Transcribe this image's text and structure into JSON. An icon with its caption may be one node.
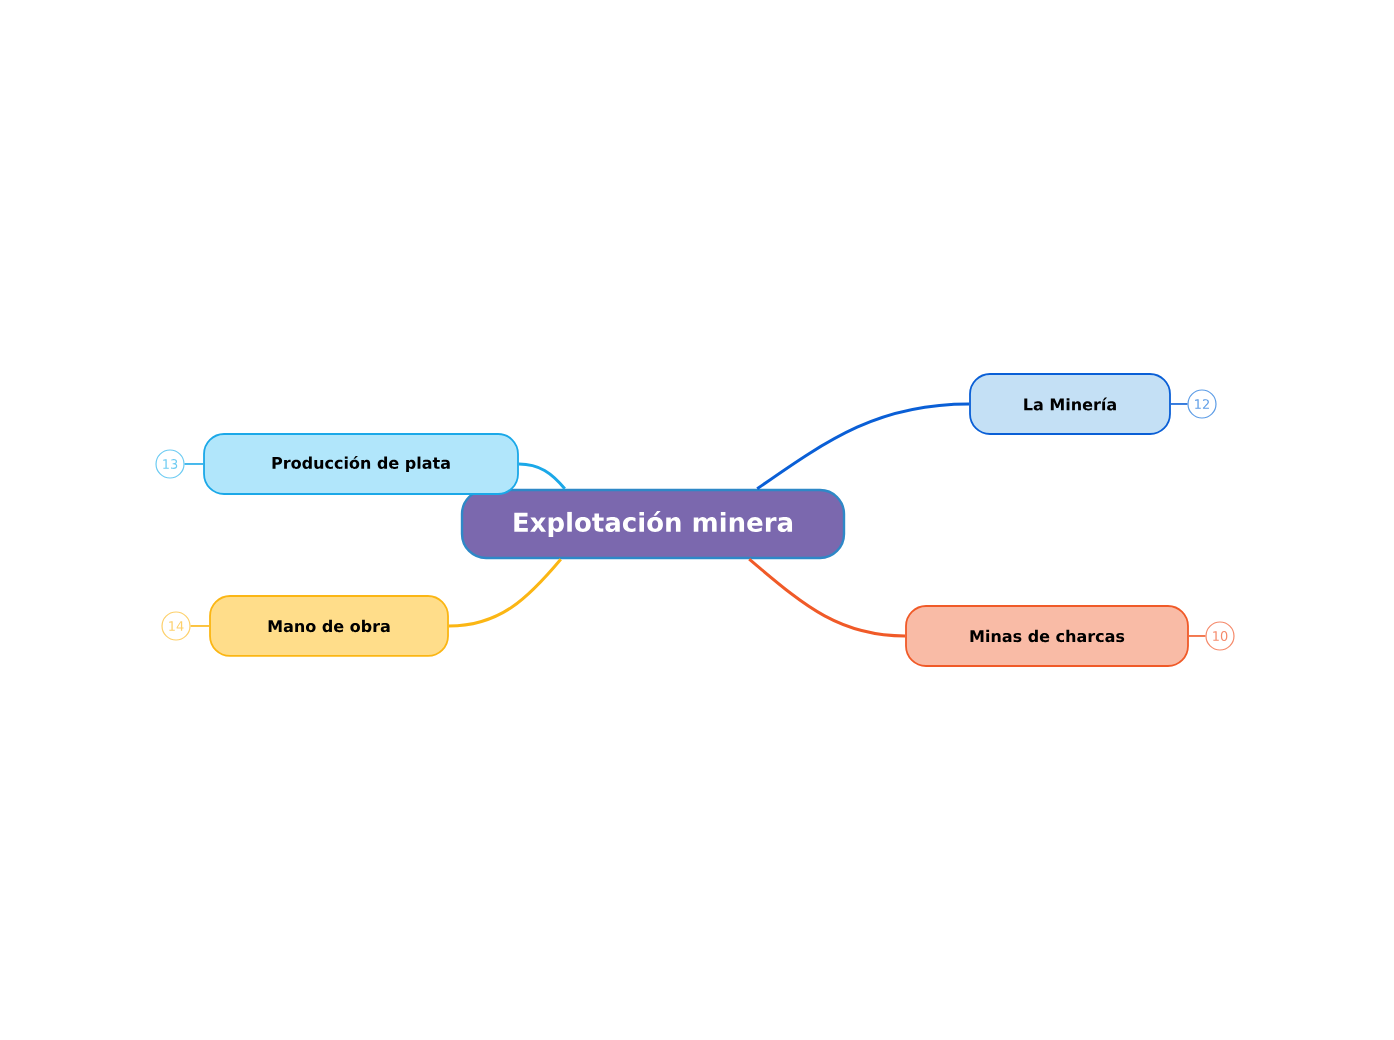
{
  "diagram": {
    "nodes": [
      {
        "text": [
          "Explotación minera"
        ]
      },
      {
        "text": [
          "La Minería"
        ]
      },
      {
        "text": [
          "Minas de charcas"
        ]
      },
      {
        "text": [
          "Producción de plata"
        ]
      },
      {
        "text": [
          "Mano de obra"
        ]
      },
      {
        "text": [
          "12"
        ]
      },
      {
        "text": [
          "10"
        ]
      },
      {
        "text": [
          "13"
        ]
      },
      {
        "text": [
          "14"
        ]
      }
    ],
    "edges": [
      {
        "from": 0,
        "to": 1,
        "arrow": "none",
        "color": "#0a5fd6"
      },
      {
        "from": 0,
        "to": 2,
        "arrow": "none",
        "color": "#f05a28"
      },
      {
        "from": 0,
        "to": 3,
        "arrow": "none",
        "color": "#1ba8e8"
      },
      {
        "from": 0,
        "to": 4,
        "arrow": "none",
        "color": "#fbb614"
      },
      {
        "from": 1,
        "to": 5,
        "arrow": "none",
        "color": "#0a5fd6"
      },
      {
        "from": 2,
        "to": 6,
        "arrow": "none",
        "color": "#f05a28"
      },
      {
        "from": 3,
        "to": 7,
        "arrow": "none",
        "color": "#1ba8e8"
      },
      {
        "from": 4,
        "to": 8,
        "arrow": "none",
        "color": "#fbb614"
      }
    ]
  }
}
